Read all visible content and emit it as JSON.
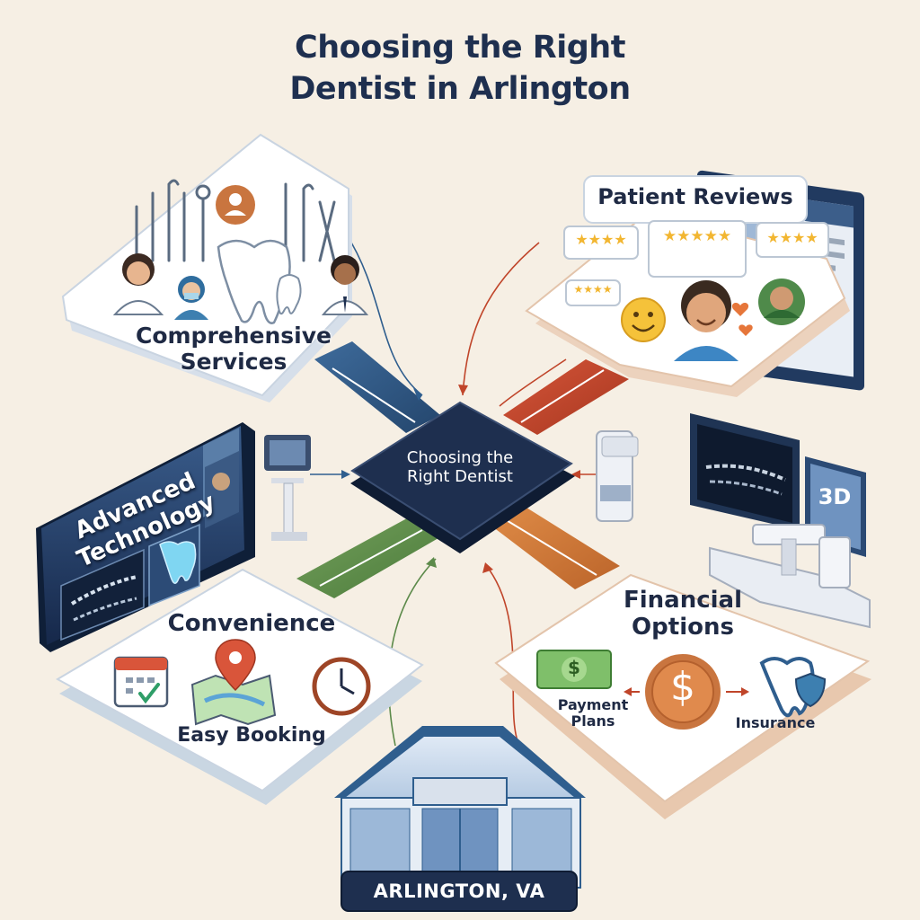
{
  "title": {
    "line1": "Choosing the Right",
    "line2": "Dentist in Arlington"
  },
  "center": {
    "line1": "Choosing the",
    "line2": "Right Dentist"
  },
  "comprehensive_services": {
    "line1": "Comprehensive",
    "line2": "Services"
  },
  "patient_reviews": {
    "label": "Patient Reviews",
    "stars_bubble_1": "★★★★",
    "stars_bubble_2": "★★★★★",
    "stars_bubble_3": "★★★★",
    "stars_bubble_4": "★★★★"
  },
  "advanced_technology": {
    "line1": "Advanced",
    "line2": "Technology",
    "badge_3d": "3D"
  },
  "convenience": {
    "label": "Convenience",
    "sublabel": "Easy Booking"
  },
  "financial_options": {
    "line1": "Financial",
    "line2": "Options",
    "payment_line1": "Payment",
    "payment_line2": "Plans",
    "insurance": "Insurance",
    "dollar": "$"
  },
  "location": {
    "label": "ARLINGTON, VA"
  },
  "colors": {
    "navy": "#1e2f4f",
    "blue_path": "#2f5e8e",
    "red_path": "#c0452a",
    "green_path": "#5c8a4a",
    "orange_path": "#d27a3a",
    "card_fill": "#ffffff",
    "accent_gold": "#f2b631"
  }
}
